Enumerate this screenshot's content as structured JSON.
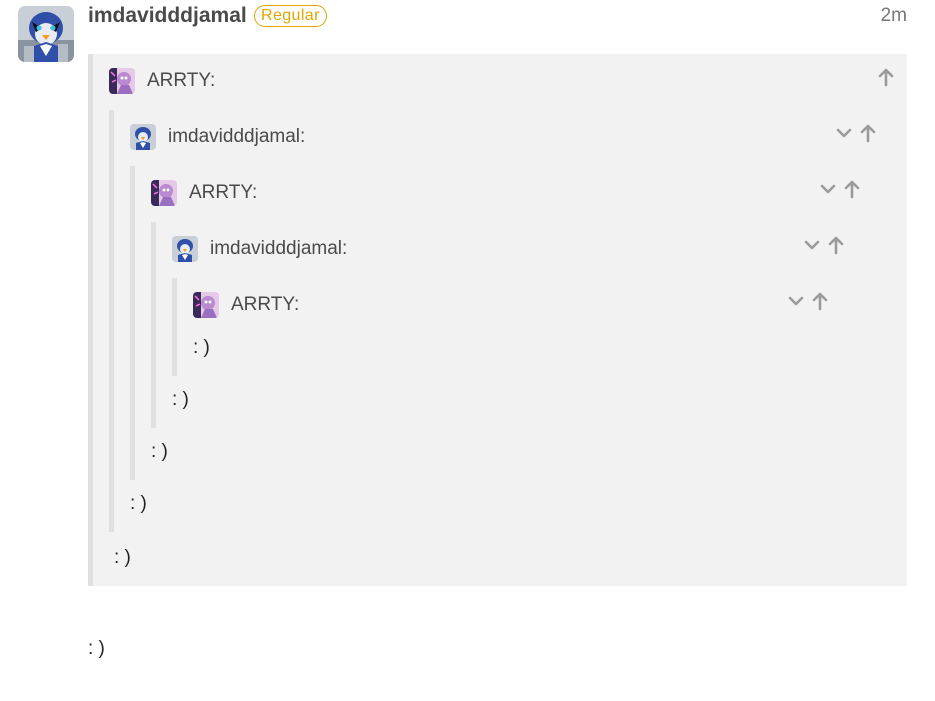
{
  "post": {
    "username": "imdavidddjamal",
    "badge": "Regular",
    "timestamp": "2m",
    "reply_text": ": )"
  },
  "quotes": [
    {
      "author": "ARRTY:",
      "body": ": )"
    },
    {
      "author": "imdavidddjamal:",
      "body": ": )"
    },
    {
      "author": "ARRTY:",
      "body": ": )"
    },
    {
      "author": "imdavidddjamal:",
      "body": ": )"
    },
    {
      "author": "ARRTY:",
      "body": ": )"
    }
  ],
  "icons": {
    "expand": "chevron-down-icon",
    "jump": "arrow-up-icon"
  },
  "colors": {
    "badge": "#e0a500",
    "quote_bg": "#f2f2f2",
    "quote_border": "#e0e0e0",
    "icon": "#9a9a9a"
  }
}
